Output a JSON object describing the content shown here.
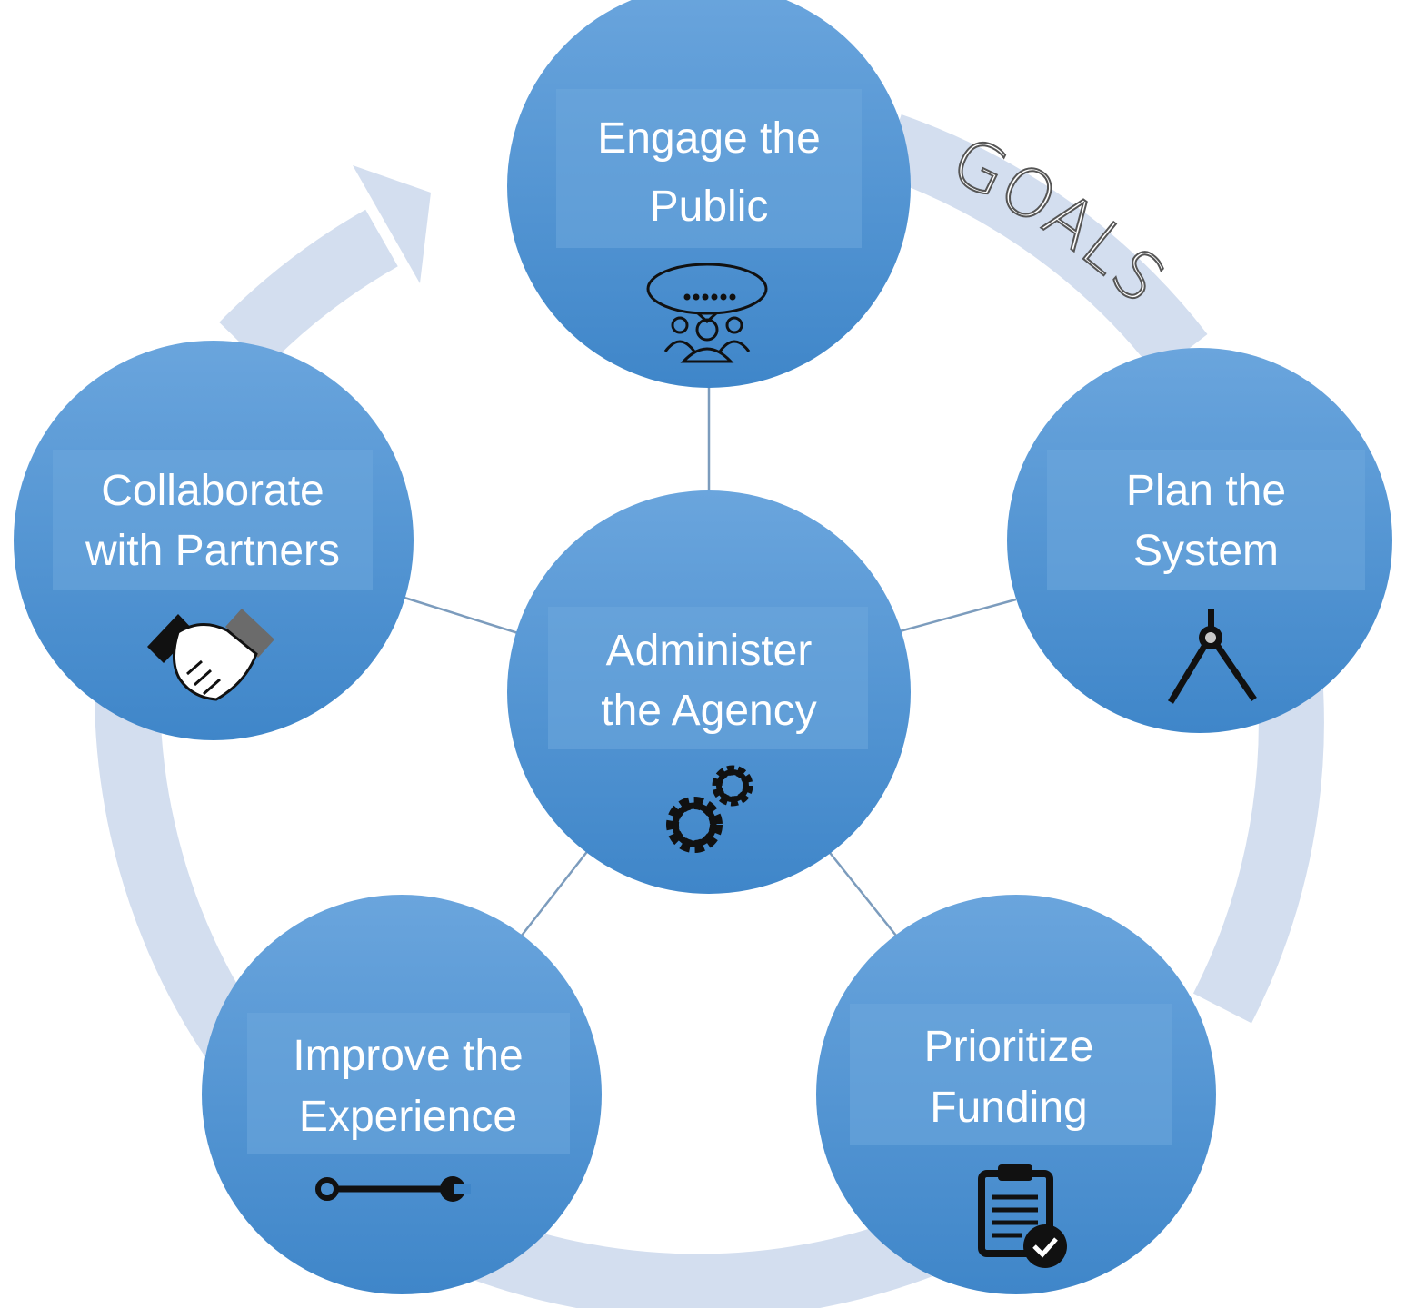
{
  "diagram": {
    "cycle_label": "GOALS",
    "colors": {
      "node_top": "#6aa5dd",
      "node_bottom": "#3f86c9",
      "ring": "#d3deef",
      "connector": "#7c9cbd",
      "label_box": "#6ea8dc",
      "icon": "#111111",
      "goals_outline": "#555555"
    },
    "center": {
      "line1": "Administer",
      "line2": "the Agency",
      "icon": "gears-icon"
    },
    "nodes": [
      {
        "id": "engage",
        "line1": "Engage the",
        "line2": "Public",
        "icon": "audience-speech-icon"
      },
      {
        "id": "plan",
        "line1": "Plan the",
        "line2": "System",
        "icon": "compass-icon"
      },
      {
        "id": "prioritize",
        "line1": "Prioritize",
        "line2": "Funding",
        "icon": "clipboard-check-icon"
      },
      {
        "id": "improve",
        "line1": "Improve the",
        "line2": "Experience",
        "icon": "wrench-icon"
      },
      {
        "id": "collaborate",
        "line1": "Collaborate",
        "line2": "with Partners",
        "icon": "handshake-icon"
      }
    ]
  }
}
